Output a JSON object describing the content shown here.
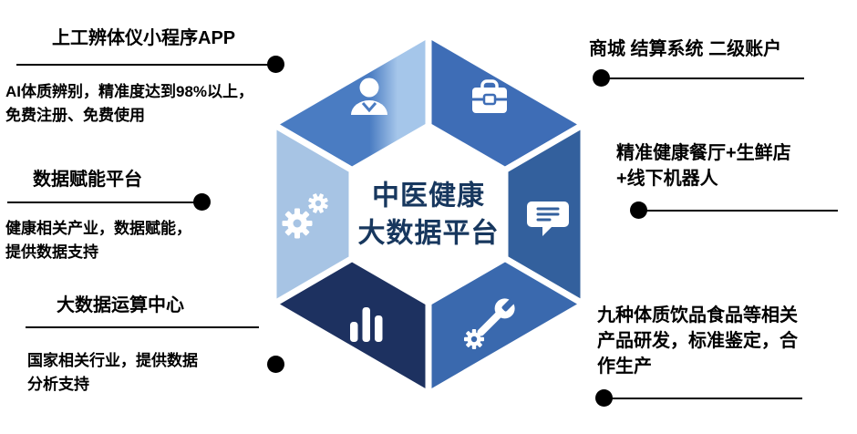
{
  "center": {
    "title": "中医健康\n大数据平台",
    "text_color": "#17375e"
  },
  "segments": [
    {
      "icon": "user-icon",
      "color": "#4a7cc2",
      "color_light": "#a5c6ea"
    },
    {
      "icon": "briefcase-icon",
      "color": "#3e6db6"
    },
    {
      "icon": "chat-icon",
      "color": "#33609d"
    },
    {
      "icon": "wrench-icon",
      "color": "#3a69ae"
    },
    {
      "icon": "bar-chart-icon",
      "color": "#1d3160"
    },
    {
      "icon": "gears-icon",
      "color": "#a7c4e4"
    }
  ],
  "connector": {
    "color": "#000000"
  },
  "callouts": {
    "top_left": {
      "title": "上工辨体仪小程序APP",
      "body": "AI体质辨别，精准度达到98%以上，\n免费注册、免费使用"
    },
    "mid_left": {
      "title": "数据赋能平台",
      "body": "健康相关产业，数据赋能，\n提供数据支持"
    },
    "bottom_left": {
      "title": "大数据运算中心",
      "body": "国家相关行业，提供数据\n分析支持"
    },
    "top_right": {
      "title": "商城 结算系统 二级账户"
    },
    "mid_right": {
      "title": "精准健康餐厅+生鲜店\n+线下机器人"
    },
    "bottom_right": {
      "title": "九种体质饮品食品等相关\n产品研发，标准鉴定，合\n作生产"
    }
  }
}
